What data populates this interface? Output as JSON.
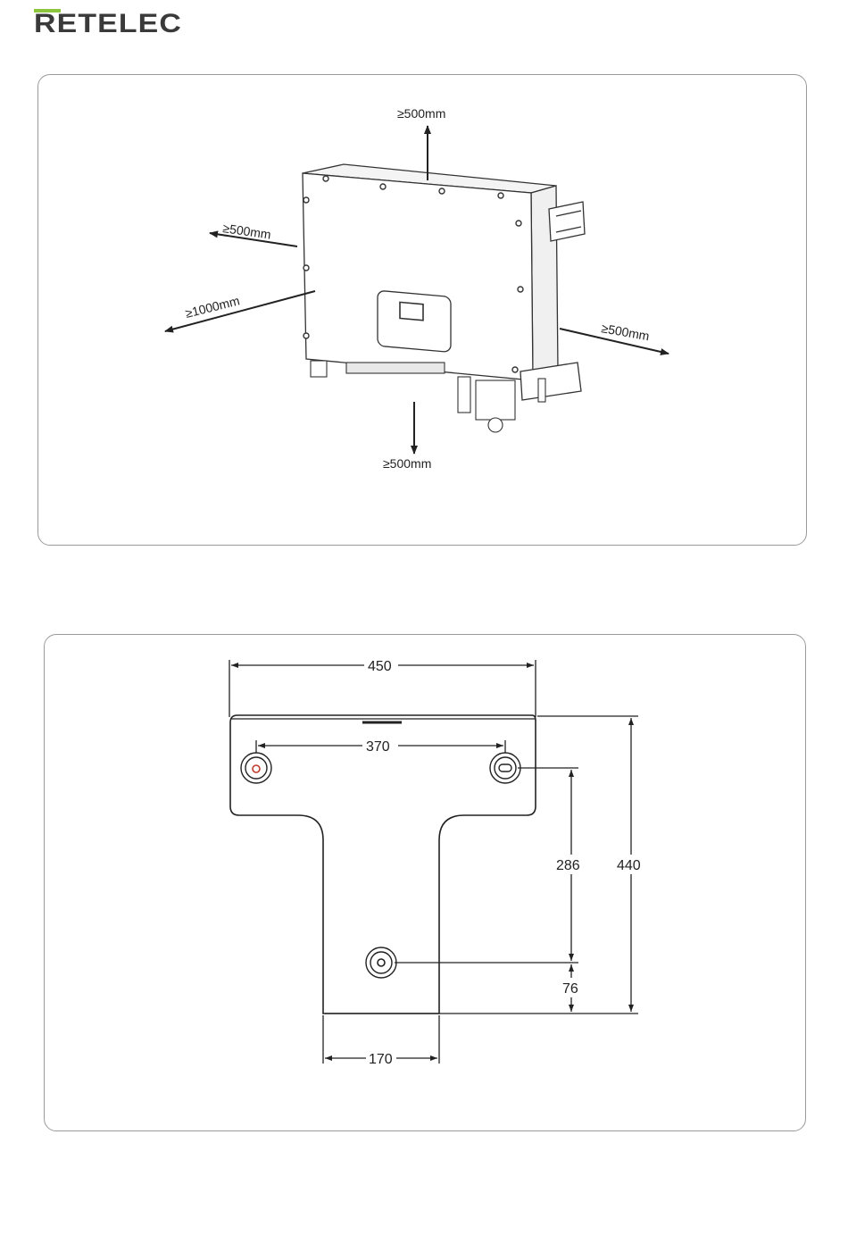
{
  "brand": {
    "logo_text": "RETELEC",
    "colors": {
      "primary": "#3a3a3a",
      "accent": "#8cc63f"
    }
  },
  "clearance_diagram": {
    "top": "≥500mm",
    "left": "≥500mm",
    "front": "≥1000mm",
    "right": "≥500mm",
    "bottom": "≥500mm"
  },
  "bracket_diagram": {
    "width_total": "450",
    "hole_spacing_top": "370",
    "stem_width": "170",
    "height_total": "440",
    "hole_vertical_spacing": "286",
    "bottom_offset": "76"
  }
}
